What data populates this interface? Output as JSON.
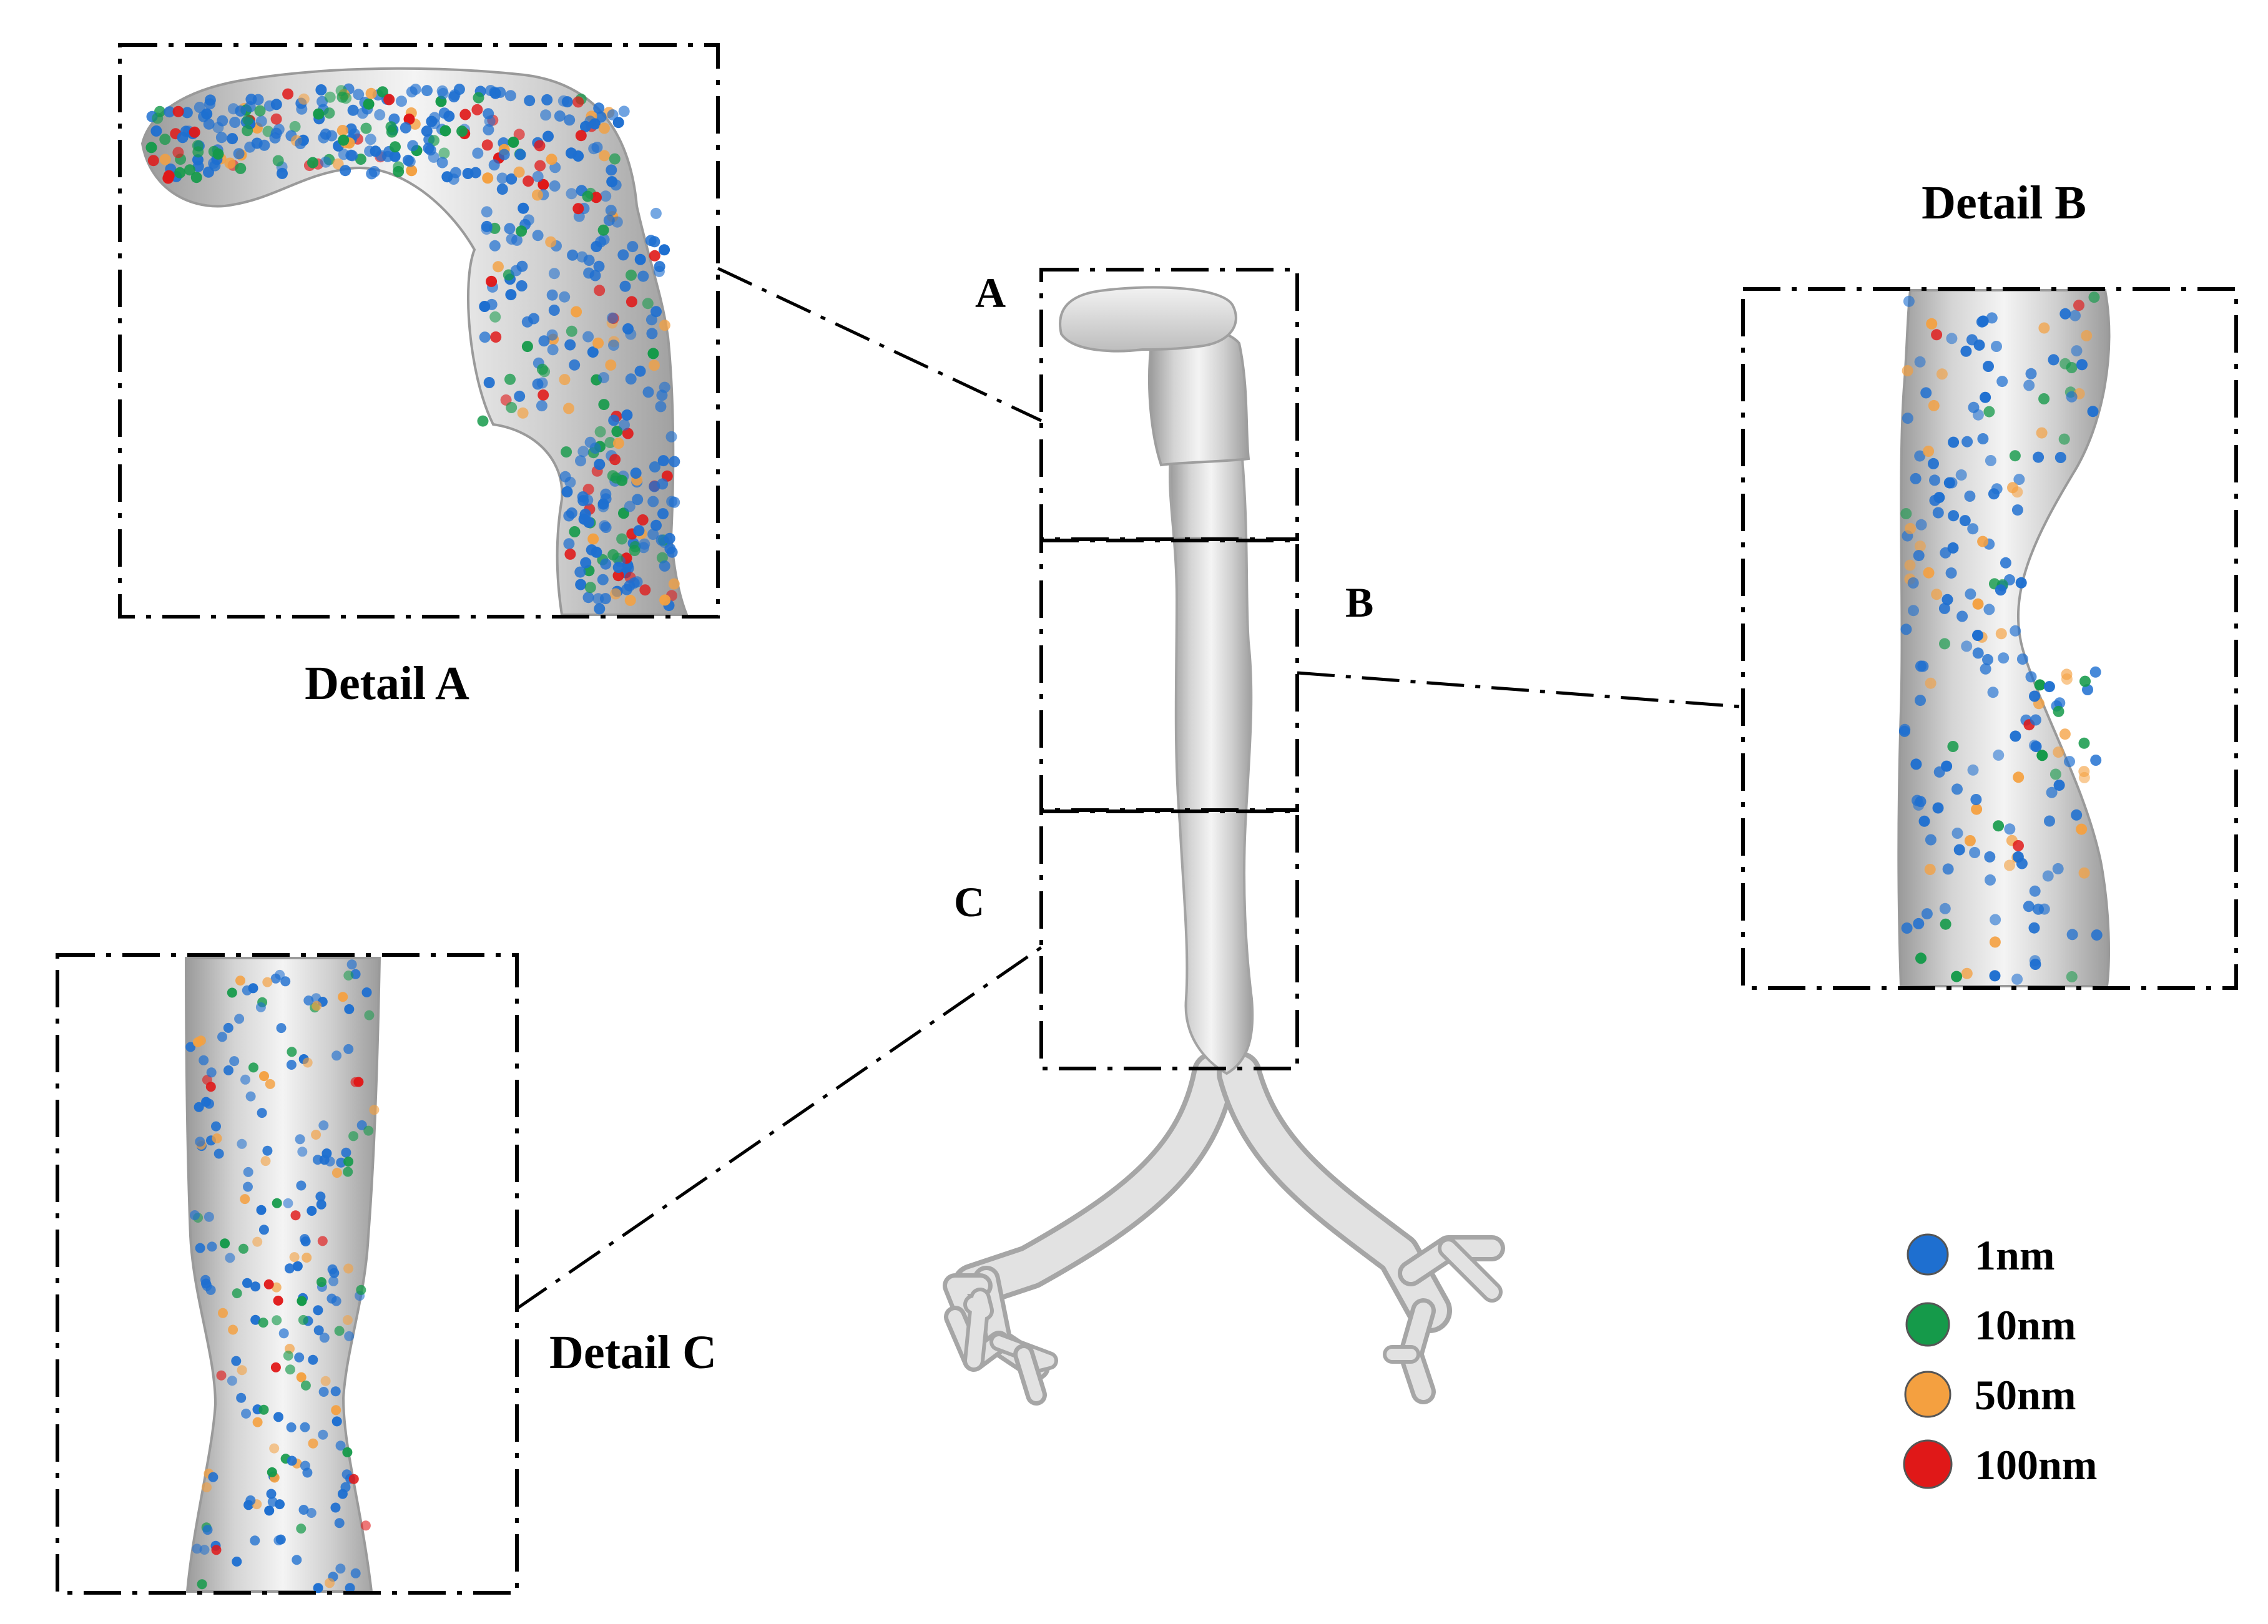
{
  "labels": {
    "region_a": "A",
    "region_b": "B",
    "region_c": "C",
    "detail_a": "Detail A",
    "detail_b": "Detail B",
    "detail_c": "Detail C"
  },
  "legend": [
    {
      "label": "1nm",
      "color": "#1e6fd0"
    },
    {
      "label": "10nm",
      "color": "#159a4a"
    },
    {
      "label": "50nm",
      "color": "#f4a040"
    },
    {
      "label": "100nm",
      "color": "#e01818"
    }
  ],
  "colors": {
    "airway_fill": "#dcdcdc",
    "airway_edge": "#a8a8a8"
  }
}
